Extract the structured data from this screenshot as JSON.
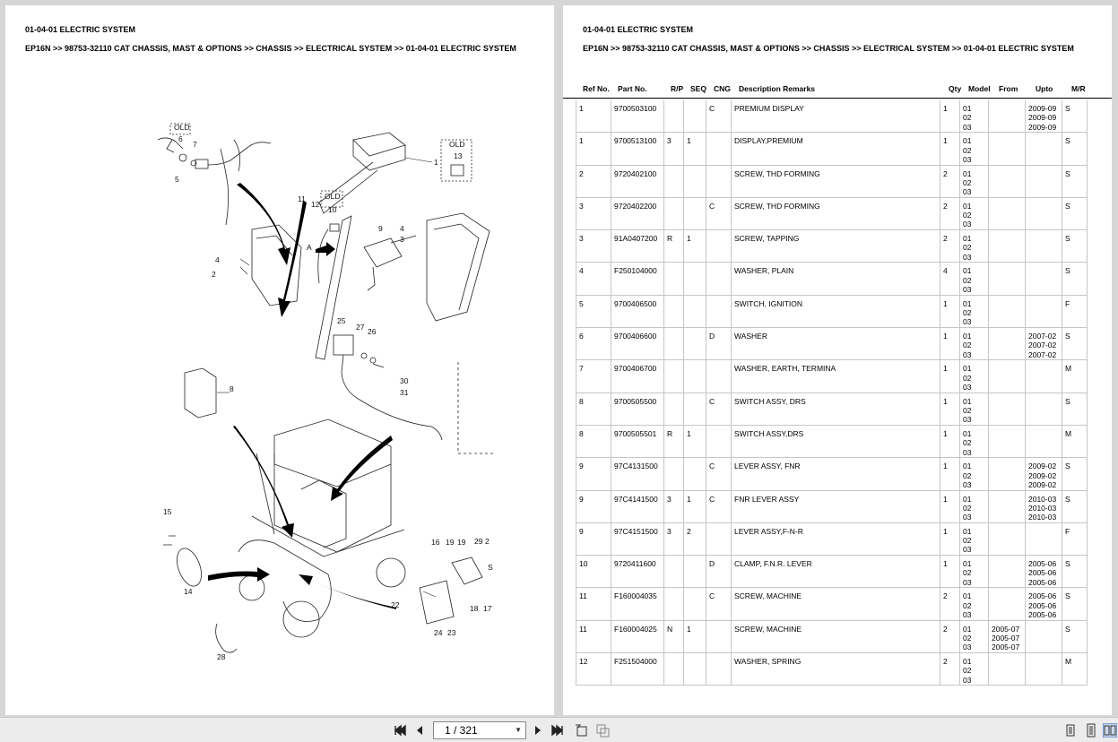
{
  "left_page": {
    "title": "01-04-01 ELECTRIC SYSTEM",
    "breadcrumb": "EP16N >> 98753-32110 CAT CHASSIS, MAST & OPTIONS >> CHASSIS >> ELECTRICAL SYSTEM >> 01-04-01 ELECTRIC SYSTEM",
    "callouts": [
      "OLD",
      "6",
      "7",
      "5",
      "1",
      "OLD",
      "13",
      "11",
      "12",
      "OLD",
      "10",
      "9",
      "4",
      "3",
      "4",
      "2",
      "A",
      "25",
      "27",
      "26",
      "8",
      "30",
      "31",
      "15",
      "14",
      "16",
      "19",
      "19",
      "29",
      "2",
      "22",
      "18",
      "17",
      "24",
      "23",
      "28",
      "S"
    ]
  },
  "right_page": {
    "title": "01-04-01 ELECTRIC SYSTEM",
    "breadcrumb": "EP16N >> 98753-32110 CAT CHASSIS, MAST & OPTIONS >> CHASSIS >> ELECTRICAL SYSTEM >> 01-04-01 ELECTRIC SYSTEM",
    "headers": [
      "Ref No.",
      "Part No.",
      "R/P",
      "SEQ",
      "CNG",
      "Description Remarks",
      "Qty",
      "Model",
      "From",
      "Upto",
      "M/R"
    ],
    "rows": [
      {
        "ref": "1",
        "part": "9700503100",
        "rp": "",
        "seq": "",
        "cng": "C",
        "desc": "PREMIUM DISPLAY",
        "qty": "1",
        "model": [
          "01",
          "02",
          "03"
        ],
        "from": [],
        "upto": [
          "2009-09",
          "2009-09",
          "2009-09"
        ],
        "mr": "S"
      },
      {
        "ref": "1",
        "part": "9700513100",
        "rp": "3",
        "seq": "1",
        "cng": "",
        "desc": "DISPLAY,PREMIUM",
        "qty": "1",
        "model": [
          "01",
          "02",
          "03"
        ],
        "from": [],
        "upto": [],
        "mr": "S"
      },
      {
        "ref": "2",
        "part": "9720402100",
        "rp": "",
        "seq": "",
        "cng": "",
        "desc": "SCREW, THD FORMING",
        "qty": "2",
        "model": [
          "01",
          "02",
          "03"
        ],
        "from": [],
        "upto": [],
        "mr": "S"
      },
      {
        "ref": "3",
        "part": "9720402200",
        "rp": "",
        "seq": "",
        "cng": "C",
        "desc": "SCREW, THD FORMING",
        "qty": "2",
        "model": [
          "01",
          "02",
          "03"
        ],
        "from": [],
        "upto": [],
        "mr": "S"
      },
      {
        "ref": "3",
        "part": "91A0407200",
        "rp": "R",
        "seq": "1",
        "cng": "",
        "desc": "SCREW, TAPPING",
        "qty": "2",
        "model": [
          "01",
          "02",
          "03"
        ],
        "from": [],
        "upto": [],
        "mr": "S"
      },
      {
        "ref": "4",
        "part": "F250104000",
        "rp": "",
        "seq": "",
        "cng": "",
        "desc": "WASHER, PLAIN",
        "qty": "4",
        "model": [
          "01",
          "02",
          "03"
        ],
        "from": [],
        "upto": [],
        "mr": "S"
      },
      {
        "ref": "5",
        "part": "9700406500",
        "rp": "",
        "seq": "",
        "cng": "",
        "desc": "SWITCH, IGNITION",
        "qty": "1",
        "model": [
          "01",
          "02",
          "03"
        ],
        "from": [],
        "upto": [],
        "mr": "F"
      },
      {
        "ref": "6",
        "part": "9700406600",
        "rp": "",
        "seq": "",
        "cng": "D",
        "desc": "WASHER",
        "qty": "1",
        "model": [
          "01",
          "02",
          "03"
        ],
        "from": [],
        "upto": [
          "2007-02",
          "2007-02",
          "2007-02"
        ],
        "mr": "S"
      },
      {
        "ref": "7",
        "part": "9700406700",
        "rp": "",
        "seq": "",
        "cng": "",
        "desc": "WASHER, EARTH, TERMINA",
        "qty": "1",
        "model": [
          "01",
          "02",
          "03"
        ],
        "from": [],
        "upto": [],
        "mr": "M"
      },
      {
        "ref": "8",
        "part": "9700505500",
        "rp": "",
        "seq": "",
        "cng": "C",
        "desc": "SWITCH ASSY, DRS",
        "qty": "1",
        "model": [
          "01",
          "02",
          "03"
        ],
        "from": [],
        "upto": [],
        "mr": "S"
      },
      {
        "ref": "8",
        "part": "9700505501",
        "rp": "R",
        "seq": "1",
        "cng": "",
        "desc": "SWITCH ASSY,DRS",
        "qty": "1",
        "model": [
          "01",
          "02",
          "03"
        ],
        "from": [],
        "upto": [],
        "mr": "M"
      },
      {
        "ref": "9",
        "part": "97C4131500",
        "rp": "",
        "seq": "",
        "cng": "C",
        "desc": "LEVER ASSY, FNR",
        "qty": "1",
        "model": [
          "01",
          "02",
          "03"
        ],
        "from": [],
        "upto": [
          "2009-02",
          "2009-02",
          "2009-02"
        ],
        "mr": "S"
      },
      {
        "ref": "9",
        "part": "97C4141500",
        "rp": "3",
        "seq": "1",
        "cng": "C",
        "desc": "FNR LEVER ASSY",
        "qty": "1",
        "model": [
          "01",
          "02",
          "03"
        ],
        "from": [],
        "upto": [
          "2010-03",
          "2010-03",
          "2010-03"
        ],
        "mr": "S"
      },
      {
        "ref": "9",
        "part": "97C4151500",
        "rp": "3",
        "seq": "2",
        "cng": "",
        "desc": "LEVER ASSY,F-N-R",
        "qty": "1",
        "model": [
          "01",
          "02",
          "03"
        ],
        "from": [],
        "upto": [],
        "mr": "F"
      },
      {
        "ref": "10",
        "part": "9720411600",
        "rp": "",
        "seq": "",
        "cng": "D",
        "desc": "CLAMP, F.N.R. LEVER",
        "qty": "1",
        "model": [
          "01",
          "02",
          "03"
        ],
        "from": [],
        "upto": [
          "2005-06",
          "2005-06",
          "2005-06"
        ],
        "mr": "S"
      },
      {
        "ref": "11",
        "part": "F160004035",
        "rp": "",
        "seq": "",
        "cng": "C",
        "desc": "SCREW, MACHINE",
        "qty": "2",
        "model": [
          "01",
          "02",
          "03"
        ],
        "from": [],
        "upto": [
          "2005-06",
          "2005-06",
          "2005-06"
        ],
        "mr": "S"
      },
      {
        "ref": "11",
        "part": "F160004025",
        "rp": "N",
        "seq": "1",
        "cng": "",
        "desc": "SCREW, MACHINE",
        "qty": "2",
        "model": [
          "01",
          "02",
          "03"
        ],
        "from": [
          "2005-07",
          "2005-07",
          "2005-07"
        ],
        "upto": [],
        "mr": "S"
      },
      {
        "ref": "12",
        "part": "F251504000",
        "rp": "",
        "seq": "",
        "cng": "",
        "desc": "WASHER, SPRING",
        "qty": "2",
        "model": [
          "01",
          "02",
          "03"
        ],
        "from": [],
        "upto": [],
        "mr": "M"
      }
    ]
  },
  "toolbar": {
    "page_indicator": "1 / 321",
    "icons": [
      "first-page-icon",
      "prev-page-icon",
      "next-page-icon",
      "last-page-icon",
      "fit-page-icon",
      "fit-width-icon",
      "single-page-icon",
      "two-page-icon",
      "book-view-icon"
    ]
  }
}
